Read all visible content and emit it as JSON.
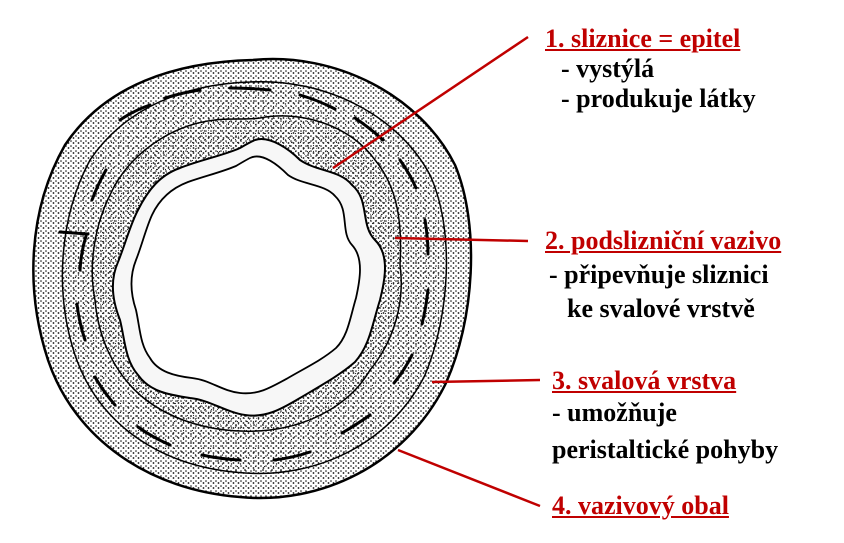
{
  "colors": {
    "accent": "#c00000",
    "ink": "#000000"
  },
  "labels": [
    {
      "title": "1. sliznice = epitel",
      "lines": [
        "- vystýlá",
        "- produkuje látky"
      ]
    },
    {
      "title": "2. podslizniční vazivo",
      "lines": [
        "- připevňuje sliznici",
        "ke svalové vrstvě"
      ]
    },
    {
      "title": "3. svalová vrstva",
      "lines": [
        "- umožňuje",
        "peristaltické pohyby"
      ]
    },
    {
      "title": "4. vazivový obal",
      "lines": []
    }
  ]
}
